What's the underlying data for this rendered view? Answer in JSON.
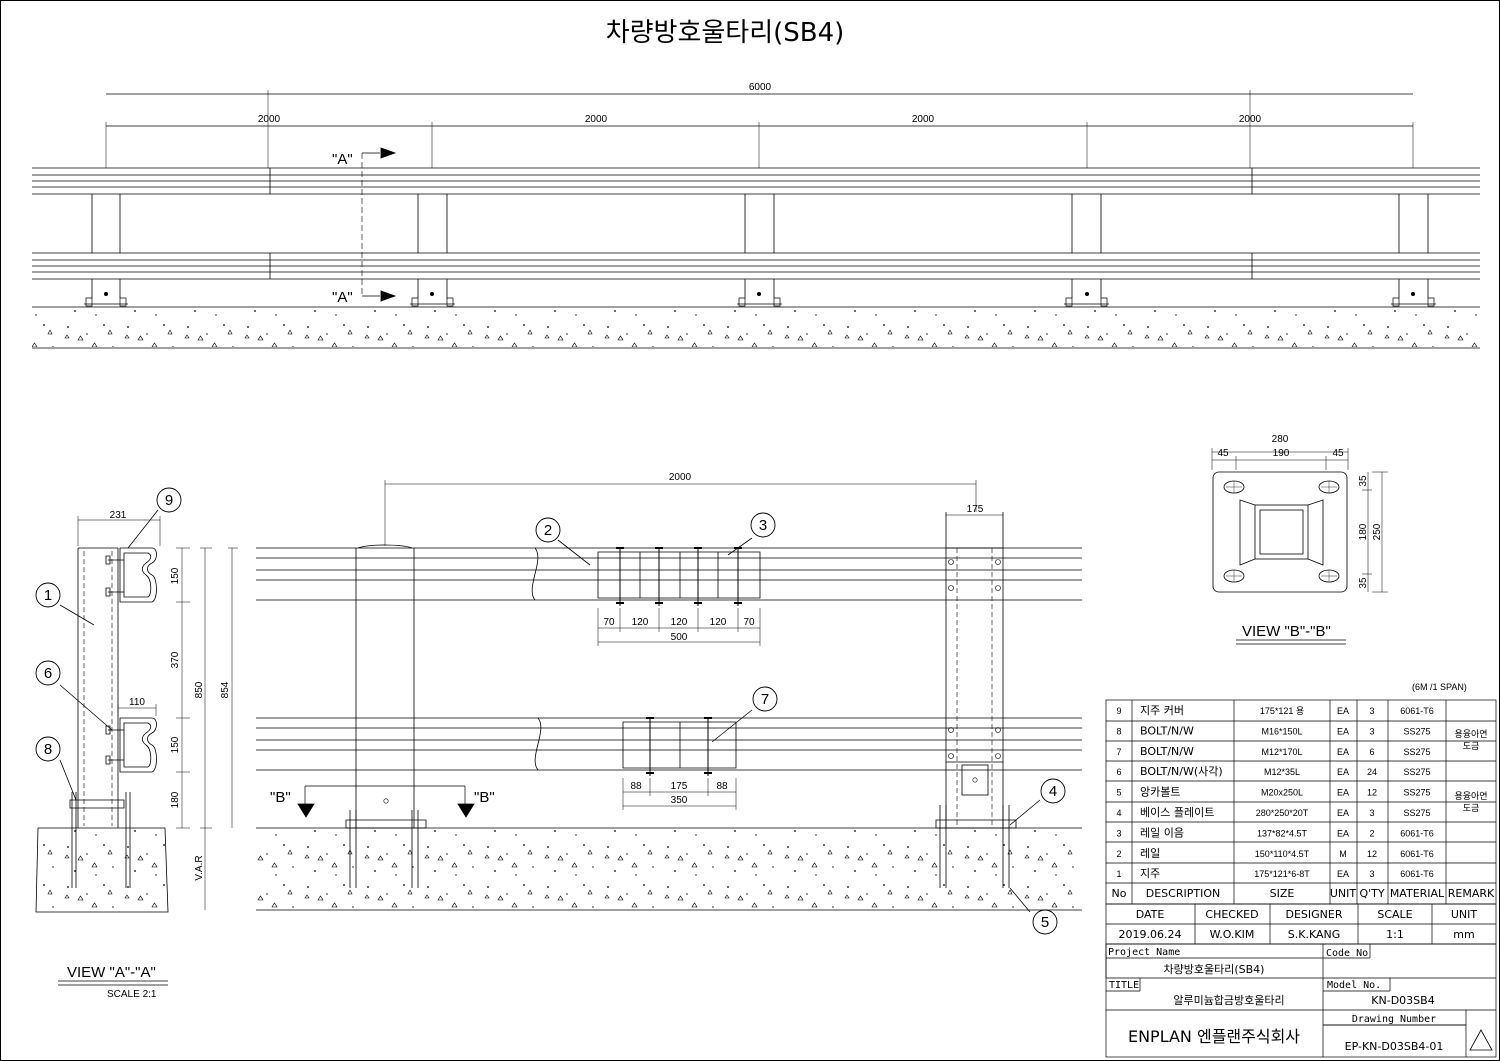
{
  "title": "차량방호울타리(SB4)",
  "elevation": {
    "total_dim": "6000",
    "span_dims": [
      "2000",
      "2000",
      "2000",
      "2000"
    ],
    "section_marks": [
      "\"A\"",
      "\"A\""
    ]
  },
  "detail": {
    "span_dim": "2000",
    "post_width": "175",
    "splice_upper": [
      "70",
      "120",
      "120",
      "120",
      "70"
    ],
    "splice_upper_total": "500",
    "splice_lower": [
      "88",
      "175",
      "88"
    ],
    "splice_lower_total": "350",
    "section_marks": [
      "\"B\"",
      "\"B\""
    ]
  },
  "view_a": {
    "title": "VIEW \"A\"-\"A\"",
    "scale": "SCALE 2:1",
    "dims": {
      "width": "231",
      "rail_depth": "110",
      "d150a": "150",
      "d370": "370",
      "d150b": "150",
      "d180": "180",
      "d850": "850",
      "d854": "854",
      "var": "V.A.R"
    }
  },
  "view_b": {
    "title": "VIEW \"B\"-\"B\"",
    "dims": {
      "w280": "280",
      "w45a": "45",
      "w190": "190",
      "w45b": "45",
      "h35a": "35",
      "h180": "180",
      "h35b": "35",
      "h250": "250"
    }
  },
  "callouts": [
    "1",
    "2",
    "3",
    "4",
    "5",
    "6",
    "7",
    "8",
    "9"
  ],
  "span_note": "(6M /1 SPAN)",
  "bom_header": [
    "No",
    "DESCRIPTION",
    "SIZE",
    "UNIT",
    "Q'TY",
    "MATERIAL",
    "REMARK"
  ],
  "bom": [
    {
      "no": "9",
      "desc": "지주 커버",
      "size": "175*121 용",
      "unit": "EA",
      "qty": "3",
      "mat": "6061-T6"
    },
    {
      "no": "8",
      "desc": "BOLT/N/W",
      "size": "M16*150L",
      "unit": "EA",
      "qty": "3",
      "mat": "SS275"
    },
    {
      "no": "7",
      "desc": "BOLT/N/W",
      "size": "M12*170L",
      "unit": "EA",
      "qty": "6",
      "mat": "SS275"
    },
    {
      "no": "6",
      "desc": "BOLT/N/W(사각)",
      "size": "M12*35L",
      "unit": "EA",
      "qty": "24",
      "mat": "SS275"
    },
    {
      "no": "5",
      "desc": "앙카볼트",
      "size": "M20x250L",
      "unit": "EA",
      "qty": "12",
      "mat": "SS275"
    },
    {
      "no": "4",
      "desc": "베이스 플레이트",
      "size": "280*250*20T",
      "unit": "EA",
      "qty": "3",
      "mat": "SS275"
    },
    {
      "no": "3",
      "desc": "레일 이음",
      "size": "137*82*4.5T",
      "unit": "EA",
      "qty": "2",
      "mat": "6061-T6"
    },
    {
      "no": "2",
      "desc": "레일",
      "size": "150*110*4.5T",
      "unit": "M",
      "qty": "12",
      "mat": "6061-T6"
    },
    {
      "no": "1",
      "desc": "지주",
      "size": "175*121*6-8T",
      "unit": "EA",
      "qty": "3",
      "mat": "6061-T6"
    }
  ],
  "remarks": [
    "용융아연",
    "도금",
    "용융아연",
    "도금"
  ],
  "sign_header": [
    "DATE",
    "CHECKED",
    "DESIGNER",
    "SCALE",
    "UNIT"
  ],
  "sign_values": [
    "2019.06.24",
    "W.O.KIM",
    "S.K.KANG",
    "1:1",
    "mm"
  ],
  "title_block": {
    "project_label": "Project Name",
    "project": "차량방호울타리(SB4)",
    "code_label": "Code No",
    "title_label": "TITLE",
    "title": "알루미늄합금방호울타리",
    "model_label": "Model No.",
    "model": "KN-D03SB4",
    "company": "ENPLAN 엔플랜주식회사",
    "drawing_label": "Drawing Number",
    "drawing": "EP-KN-D03SB4-01"
  }
}
